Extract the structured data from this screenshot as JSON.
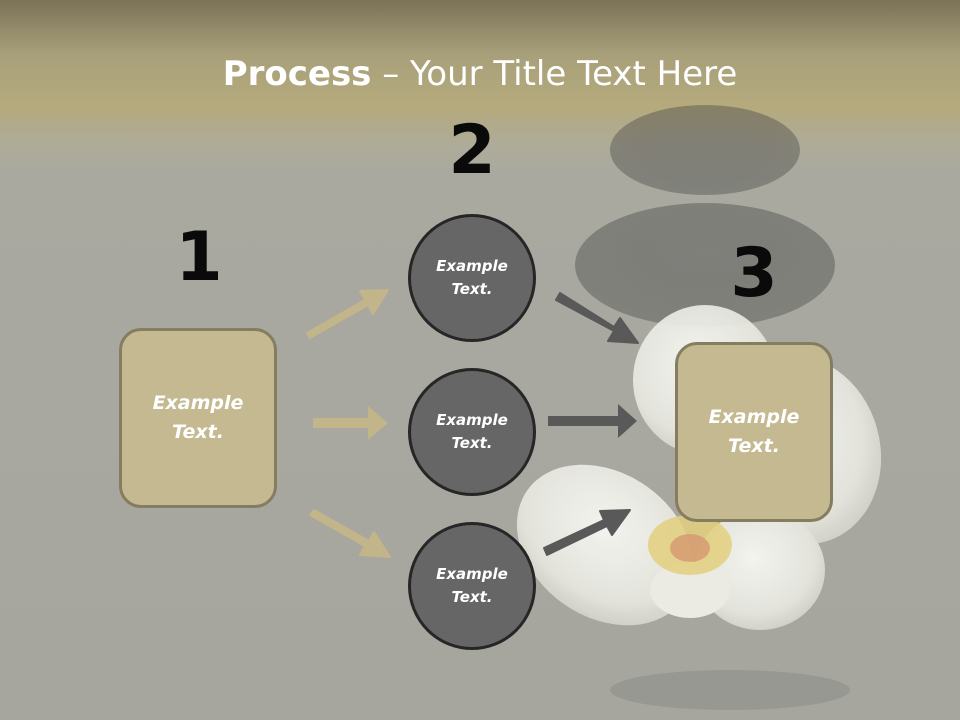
{
  "title": {
    "strong": "Process",
    "rest": " – Your Title Text Here"
  },
  "steps": {
    "one": {
      "number": "1",
      "label": "Example\nText."
    },
    "two": {
      "number": "2",
      "circles": [
        {
          "label": "Example\nText."
        },
        {
          "label": "Example\nText."
        },
        {
          "label": "Example\nText."
        }
      ]
    },
    "three": {
      "number": "3",
      "label": "Example\nText."
    }
  },
  "colors": {
    "box_fill": "#c4b991",
    "box_border": "#857d5f",
    "circle_fill": "#666666",
    "circle_border": "#262626",
    "left_arrows": "#c3b58a",
    "right_arrows": "#595959"
  }
}
